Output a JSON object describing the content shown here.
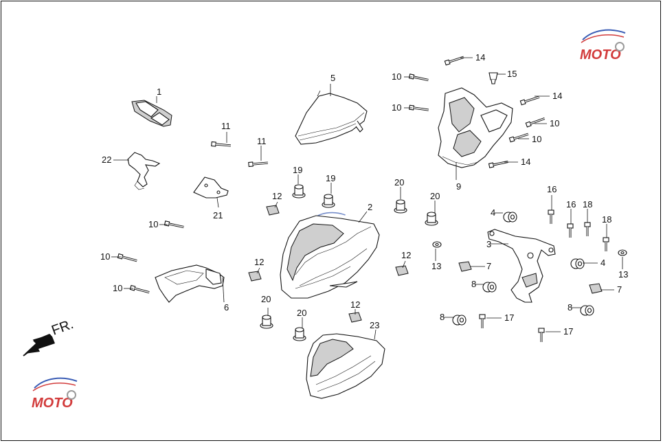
{
  "diagram": {
    "direction_label": "FR.",
    "callouts": [
      "1",
      "2",
      "3",
      "4",
      "4",
      "5",
      "6",
      "7",
      "7",
      "8",
      "8",
      "8",
      "9",
      "10",
      "10",
      "10",
      "10",
      "10",
      "10",
      "10",
      "11",
      "11",
      "12",
      "12",
      "12",
      "12",
      "13",
      "13",
      "14",
      "14",
      "14",
      "15",
      "16",
      "16",
      "17",
      "17",
      "18",
      "18",
      "19",
      "19",
      "20",
      "20",
      "20",
      "20",
      "21",
      "22",
      "23"
    ]
  },
  "watermark": {
    "logo_text": "MOTO",
    "brand_colors": {
      "red": "#d23b3b",
      "blue": "#3b5db5",
      "gray": "#9a9a9a"
    }
  }
}
